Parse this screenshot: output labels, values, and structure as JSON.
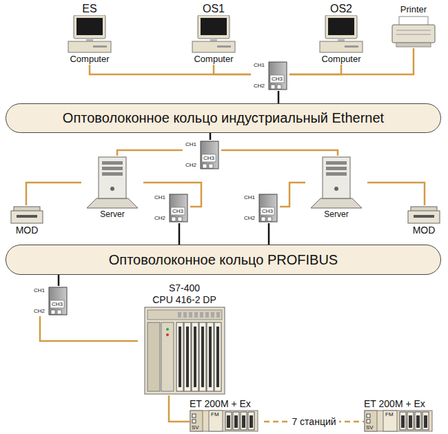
{
  "diagram": {
    "nodes": [
      {
        "text": [
          "ES",
          "Computer"
        ]
      },
      {
        "text": [
          "OS1",
          "Computer"
        ]
      },
      {
        "text": [
          "OS2",
          "Computer"
        ]
      },
      {
        "text": [
          "Printer"
        ]
      },
      {
        "text": [
          "CH1",
          "CH3",
          "CH2"
        ]
      },
      {
        "text": [
          "Оптоволоконное кольцо индустриальный Ethernet"
        ]
      },
      {
        "text": [
          "CH1",
          "CH3",
          "CH2"
        ]
      },
      {
        "text": [
          "Server"
        ]
      },
      {
        "text": [
          "Server"
        ]
      },
      {
        "text": [
          "CH1",
          "CH3",
          "CH2"
        ]
      },
      {
        "text": [
          "CH1",
          "CH3",
          "CH2"
        ]
      },
      {
        "text": [
          "MOD"
        ]
      },
      {
        "text": [
          "MOD"
        ]
      },
      {
        "text": [
          "Оптоволоконное кольцо PROFIBUS"
        ]
      },
      {
        "text": [
          "CH1",
          "CH3",
          "CH2"
        ]
      },
      {
        "text": [
          "S7-400",
          "CPU 416-2 DP"
        ]
      },
      {
        "text": [
          "ET 200M + Ex",
          "FM",
          "SV"
        ]
      },
      {
        "text": [
          "ET 200M + Ex",
          "FM",
          "SV"
        ]
      }
    ],
    "edges": [
      {
        "from": 4,
        "to": 0,
        "arrow": "none"
      },
      {
        "from": 4,
        "to": 1,
        "arrow": "none"
      },
      {
        "from": 4,
        "to": 2,
        "arrow": "none"
      },
      {
        "from": 4,
        "to": 3,
        "arrow": "none"
      },
      {
        "from": 4,
        "to": 5,
        "arrow": "none"
      },
      {
        "from": 5,
        "to": 6,
        "arrow": "none"
      },
      {
        "from": 6,
        "to": 7,
        "arrow": "none"
      },
      {
        "from": 6,
        "to": 8,
        "arrow": "none"
      },
      {
        "from": 11,
        "to": 7,
        "arrow": "none"
      },
      {
        "from": 12,
        "to": 8,
        "arrow": "none"
      },
      {
        "from": 7,
        "to": 9,
        "arrow": "none"
      },
      {
        "from": 8,
        "to": 10,
        "arrow": "none"
      },
      {
        "from": 9,
        "to": 13,
        "arrow": "none"
      },
      {
        "from": 10,
        "to": 13,
        "arrow": "none"
      },
      {
        "from": 13,
        "to": 14,
        "arrow": "none"
      },
      {
        "from": 14,
        "to": 15,
        "arrow": "none"
      },
      {
        "from": 15,
        "to": 16,
        "arrow": "none"
      },
      {
        "from": 16,
        "to": 17,
        "label": "7 станций",
        "arrow": "none"
      }
    ]
  }
}
